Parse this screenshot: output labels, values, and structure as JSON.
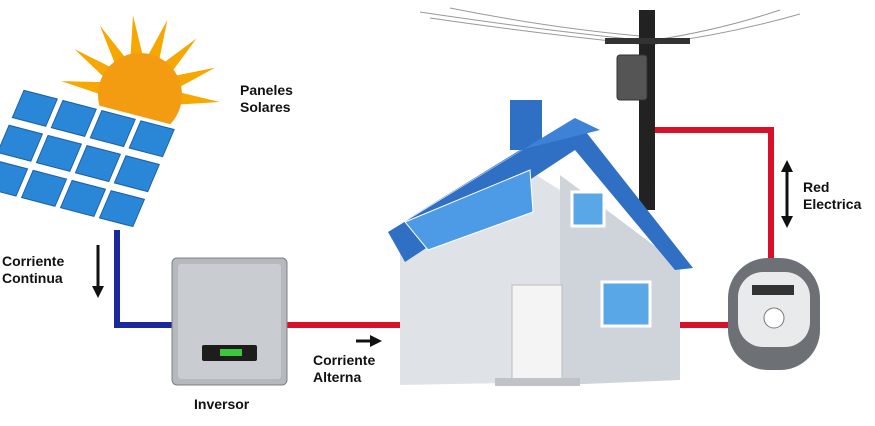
{
  "labels": {
    "panels": [
      "Paneles",
      "Solares"
    ],
    "dc": [
      "Corriente",
      "Continua"
    ],
    "inverter": "Inversor",
    "ac": [
      "Corriente",
      "Alterna"
    ],
    "grid": [
      "Red",
      "Electrica"
    ]
  },
  "colors": {
    "dc_wire": "#1a2a9a",
    "ac_wire": "#d8102a",
    "roof": "#2f6fc4",
    "panel": "#2a86d6",
    "sun": "#f6a800"
  }
}
